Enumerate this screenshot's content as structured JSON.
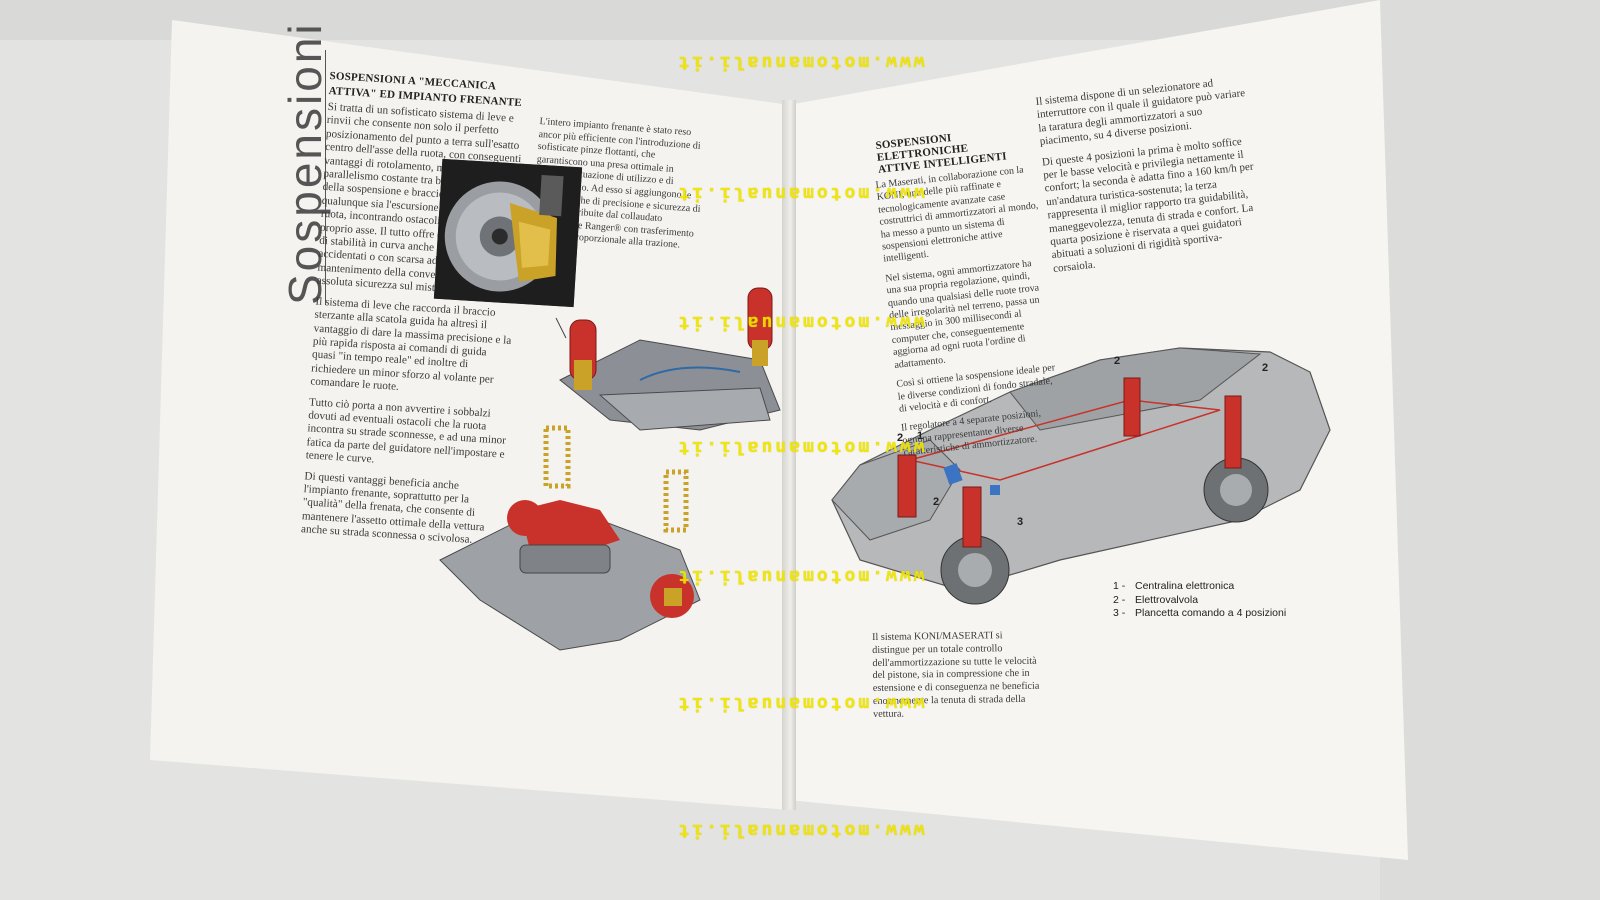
{
  "watermark": "www.motomanuali.it",
  "left_page": {
    "section_title": "Sospensioni",
    "heading_line1": "SOSPENSIONI A \"MECCANICA",
    "heading_line2": "ATTIVA\" ED IMPIANTO FRENANTE",
    "para1": "Si tratta di un sofisticato sistema di leve e rinvii che consente non solo il perfetto posizionamento del punto a terra sull'esatto centro dell'asse della ruota, con conseguenti vantaggi di rotolamento, ma anche un parallelismo costante tra braccio inferiore della sospensione e braccio dello sterzo, qualunque sia l'escursione verticale che la ruota, incontrando ostacoli, compie sul proprio asse. Il tutto offre evidenti vantaggi di stabilità in curva anche su terreni accidentati o con scarsa aderenza, di mantenimento della convergenza, di assoluta sicurezza sul misto veloce.",
    "para2": "Il sistema di leve che raccorda il braccio sterzante alla scatola guida ha altresì il vantaggio di dare la massima precisione e la più rapida risposta ai comandi di guida quasi \"in tempo reale\" ed inoltre di richiedere un minor sforzo al volante per comandare le ruote.",
    "para3": "Tutto ciò porta a non avvertire i sobbalzi dovuti ad eventuali ostacoli che la ruota incontra su strade sconnesse, e ad una minor fatica da parte del guidatore nell'impostare e tenere le curve.",
    "para4": "Di questi vantaggi beneficia anche l'impianto frenante, soprattutto per la \"qualità\" della frenata, che consente di mantenere l'assetto ottimale della vettura anche su strada sconnessa o scivolosa.",
    "col2": "L'intero impianto frenante è stato reso ancor più efficiente con l'introduzione di sofisticate pinze flottanti, che garantiscono una presa ottimale in qualsiasi situazione di utilizzo e di allineamento. Ad esso si aggiungono le caratteristiche di precisione e sicurezza di guida, contribuite dal collaudato differenziale Ranger® con trasferimento di coppia proporzionale alla trazione."
  },
  "right_page": {
    "heading_line1": "SOSPENSIONI ELETTRONICHE",
    "heading_line2": "ATTIVE INTELLIGENTI",
    "col1_p1": "La Maserati, in collaborazione con la KONI, una delle più raffinate e tecnologicamente avanzate case costruttrici di ammortizzatori al mondo, ha messo a punto un sistema di sospensioni elettroniche attive intelligenti.",
    "col1_p2": "Nel sistema, ogni ammortizzatore ha una sua propria regolazione, quindi, quando una qualsiasi delle ruote trova delle irregolarità nel terreno, passa un messaggio in 300 millisecondi al computer che, conseguentemente aggiorna ad ogni ruota l'ordine di adattamento.",
    "col1_p3": "Così si ottiene la sospensione ideale per le diverse condizioni di fondo stradale, di velocità e di confort.",
    "col1_p4": "Il regolatore a 4 separate posizioni, ognuna rappresentante diverse caratteristiche di ammortizzatore.",
    "col2_p1": "Il sistema dispone di un selezionatore ad interruttore con il quale il guidatore può variare la taratura degli ammortizzatori a suo piacimento, su 4 diverse posizioni.",
    "col2_p2": "Di queste 4 posizioni la prima è molto soffice per le basse velocità e privilegia nettamente il confort; la seconda è adatta fino a 160 km/h per un'andatura turistica-sostenuta; la terza rappresenta il miglior rapporto tra guidabilità, maneggevolezza, tenuta di strada e confort. La quarta posizione è riservata a quei guidatori abituati a soluzioni di rigidità sportiva-corsaiola.",
    "bottom_p": "Il sistema KONI/MASERATI si distingue per un totale controllo dell'ammortizzazione su tutte le velocità del pistone, sia in compressione che in estensione e di conseguenza ne beneficia enormemente la tenuta di strada della vettura.",
    "legend": [
      {
        "num": "1 -",
        "label": "Centralina elettronica"
      },
      {
        "num": "2 -",
        "label": "Elettrovalvola"
      },
      {
        "num": "3 -",
        "label": "Plancetta comando a 4 posizioni"
      }
    ],
    "callouts": {
      "c1": "1",
      "c2": "2",
      "c3": "3"
    }
  },
  "colors": {
    "spring_red": "#c8322a",
    "caliper_gold": "#c9a227",
    "watermark_yellow": "#efe400"
  }
}
